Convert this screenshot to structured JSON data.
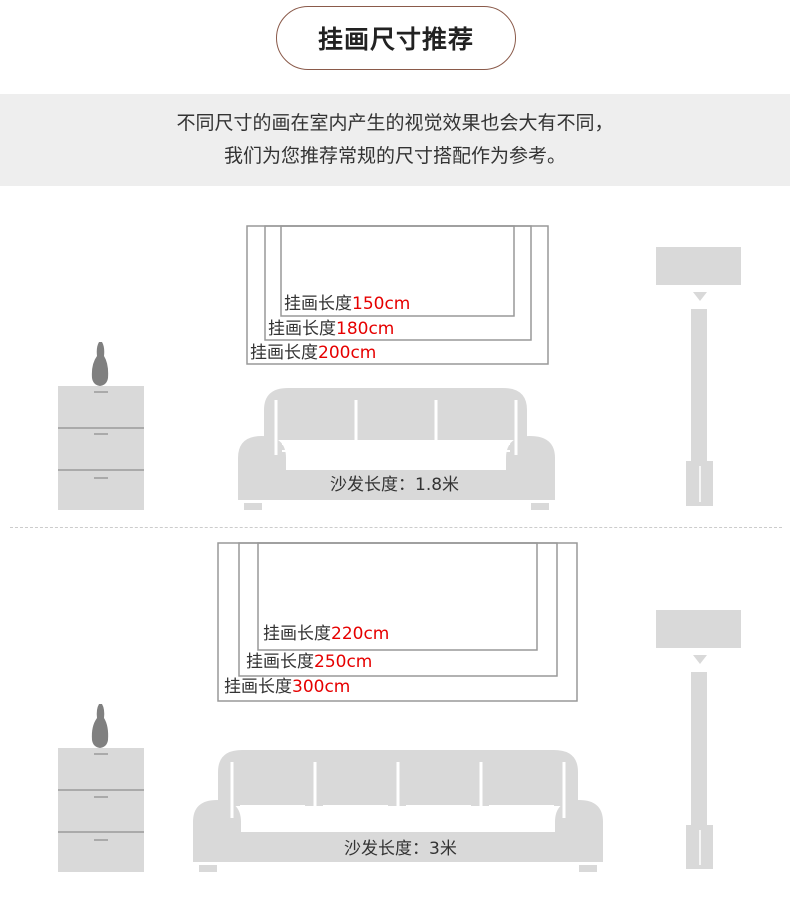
{
  "title": "挂画尺寸推荐",
  "intro": {
    "line1": "不同尺寸的画在室内产生的视觉效果也会大有不同，",
    "line2": "我们为您推荐常规的尺寸搭配作为参考。"
  },
  "colors": {
    "accent_red": "#e60000",
    "furniture_gray": "#d9d9d9",
    "frame_gray": "#999999",
    "pill_border": "#8a5a4a"
  },
  "scene1": {
    "frames": [
      {
        "prefix": "挂画长度",
        "length": "150cm"
      },
      {
        "prefix": "挂画长度",
        "length": "180cm"
      },
      {
        "prefix": "挂画长度",
        "length": "200cm"
      }
    ],
    "sofa_label": "沙发长度：1.8米"
  },
  "scene2": {
    "frames": [
      {
        "prefix": "挂画长度",
        "length": "220cm"
      },
      {
        "prefix": "挂画长度",
        "length": "250cm"
      },
      {
        "prefix": "挂画长度",
        "length": "300cm"
      }
    ],
    "sofa_label": "沙发长度：3米"
  }
}
